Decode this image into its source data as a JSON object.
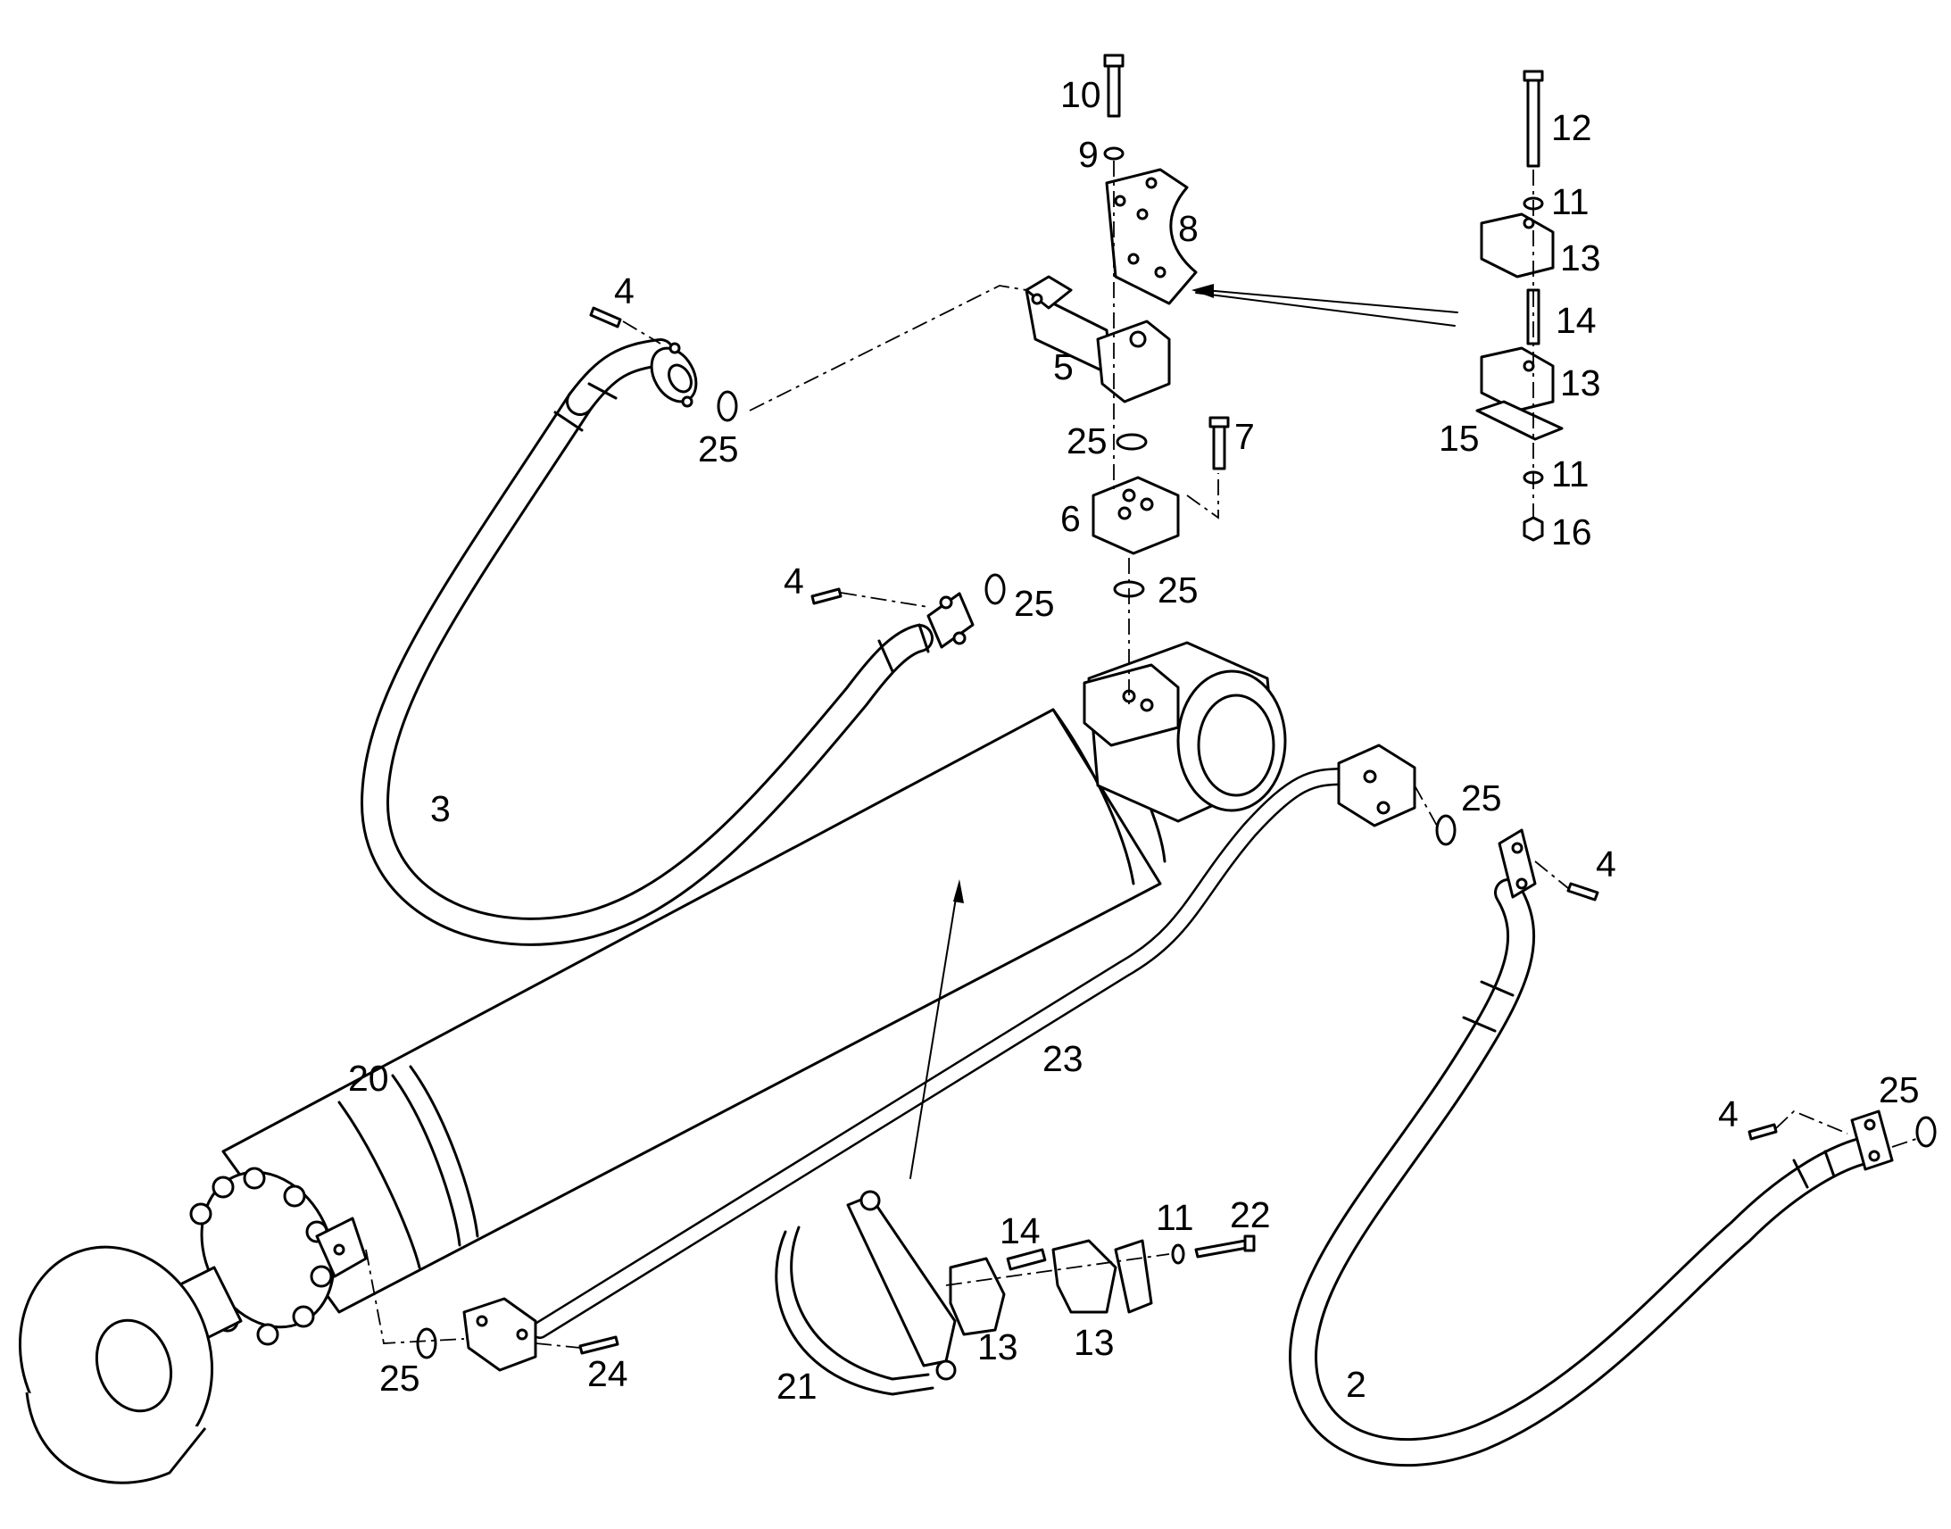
{
  "callouts": {
    "c10": "10",
    "c9": "9",
    "c8": "8",
    "c12": "12",
    "c11_top": "11",
    "c13_top": "13",
    "c14_top": "14",
    "c13_mid": "13",
    "c15": "15",
    "c11_mid": "11",
    "c16": "16",
    "c4_left": "4",
    "c5": "5",
    "c25_a": "25",
    "c25_b": "25",
    "c7": "7",
    "c6": "6",
    "c4_mid": "4",
    "c25_c": "25",
    "c25_d": "25",
    "c3": "3",
    "c25_e": "25",
    "c4_right": "4",
    "c20": "20",
    "c23": "23",
    "c4_far": "4",
    "c25_f": "25",
    "c14_bot": "14",
    "c11_bot": "11",
    "c22": "22",
    "c25_g": "25",
    "c24": "24",
    "c13_bot_a": "13",
    "c13_bot_b": "13",
    "c21": "21",
    "c2": "2"
  }
}
